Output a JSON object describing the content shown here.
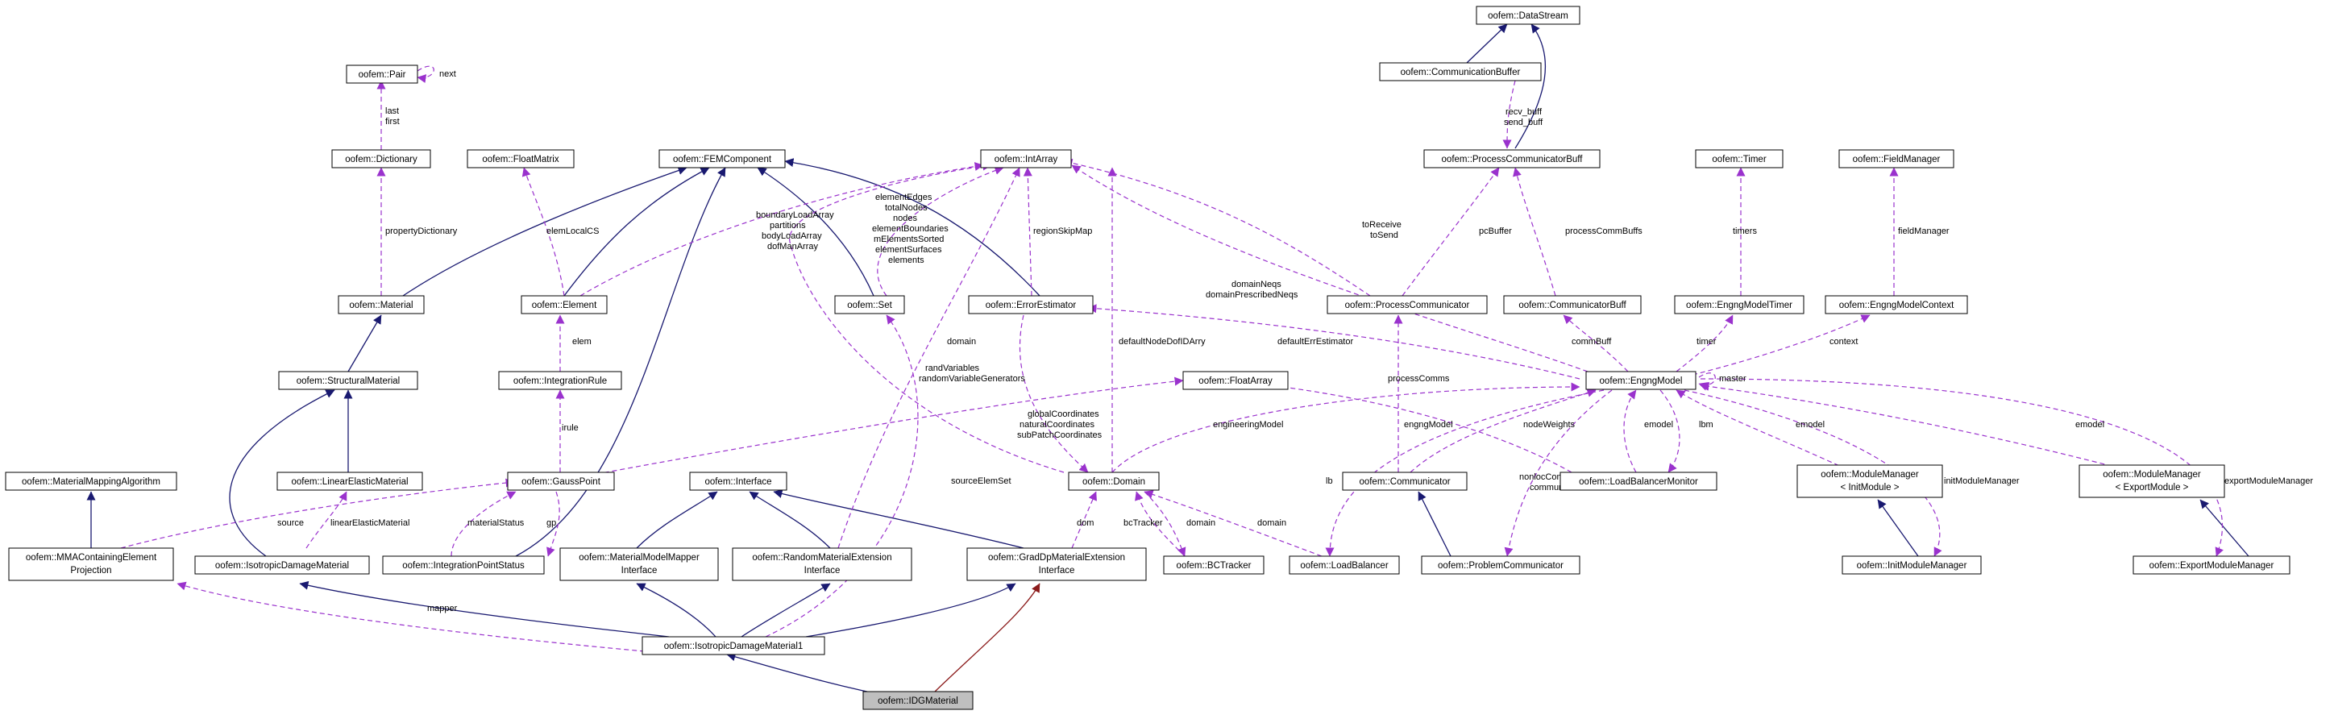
{
  "colors": {
    "inheritance": "#191970",
    "inheritance_alt": "#8b1a1a",
    "usage": "#9a32cd",
    "root_fill": "#bfbfbf",
    "node_fill": "#ffffff"
  },
  "nodes": {
    "idgmaterial": "oofem::IDGMaterial",
    "isotropic_damage_material1": "oofem::IsotropicDamageMaterial1",
    "isotropic_damage_material": "oofem::IsotropicDamageMaterial",
    "structural_material": "oofem::StructuralMaterial",
    "material": "oofem::Material",
    "dictionary": "oofem::Dictionary",
    "pair": "oofem::Pair",
    "fem_component": "oofem::FEMComponent",
    "float_matrix": "oofem::FloatMatrix",
    "element": "oofem::Element",
    "integration_rule": "oofem::IntegrationRule",
    "gauss_point": "oofem::GaussPoint",
    "linear_elastic_material": "oofem::LinearElasticMaterial",
    "integration_point_status": "oofem::IntegrationPointStatus",
    "material_mapping_algorithm": "oofem::MaterialMappingAlgorithm",
    "mma_line1": "oofem::MMAContainingElement",
    "mma_line2": "Projection",
    "int_array": "oofem::IntArray",
    "set": "oofem::Set",
    "error_estimator": "oofem::ErrorEstimator",
    "interface": "oofem::Interface",
    "mmm_line1": "oofem::MaterialModelMapper",
    "mmm_line2": "Interface",
    "rme_line1": "oofem::RandomMaterialExtension",
    "rme_line2": "Interface",
    "gdp_line1": "oofem::GradDpMaterialExtension",
    "gdp_line2": "Interface",
    "domain": "oofem::Domain",
    "float_array": "oofem::FloatArray",
    "bc_tracker": "oofem::BCTracker",
    "load_balancer": "oofem::LoadBalancer",
    "data_stream": "oofem::DataStream",
    "communication_buffer": "oofem::CommunicationBuffer",
    "process_communicator_buff": "oofem::ProcessCommunicatorBuff",
    "process_communicator": "oofem::ProcessCommunicator",
    "communicator_buff": "oofem::CommunicatorBuff",
    "communicator": "oofem::Communicator",
    "problem_communicator": "oofem::ProblemCommunicator",
    "engng_model": "oofem::EngngModel",
    "load_balancer_monitor": "oofem::LoadBalancerMonitor",
    "timer": "oofem::Timer",
    "engng_model_timer": "oofem::EngngModelTimer",
    "field_manager": "oofem::FieldManager",
    "engng_model_context": "oofem::EngngModelContext",
    "mm_init_line1": "oofem::ModuleManager",
    "mm_init_line2": "< InitModule >",
    "init_module_manager": "oofem::InitModuleManager",
    "mm_export_line1": "oofem::ModuleManager",
    "mm_export_line2": "< ExportModule >",
    "export_module_manager": "oofem::ExportModuleManager"
  },
  "edge_labels": {
    "next": "next",
    "last": "last",
    "first": "first",
    "property_dictionary": "propertyDictionary",
    "elem_local_cs": "elemLocalCS",
    "elem": "elem",
    "irule": "irule",
    "source": "source",
    "material_status": "materialStatus",
    "gp": "gp",
    "linear_elastic_material": "linearElasticMaterial",
    "mapper": "mapper",
    "set_labels": [
      "elementEdges",
      "totalNodes",
      "nodes",
      "elementBoundaries",
      "mElementsSorted",
      "elementSurfaces",
      "elements"
    ],
    "domain_arrays": [
      "boundaryLoadArray",
      "partitions",
      "bodyLoadArray",
      "dofManArray"
    ],
    "region_skip_map": "regionSkipMap",
    "domain": "domain",
    "rand_variables": [
      "randVariables",
      "randomVariableGenerators"
    ],
    "coordinates": [
      "globalCoordinates",
      "naturalCoordinates",
      "subPatchCoordinates"
    ],
    "source_elem_set": "sourceElemSet",
    "default_node_dof_id_arry": "defaultNodeDofIDArry",
    "engineering_model": "engineeringModel",
    "dom": "dom",
    "bc_tracker": "bcTracker",
    "domain_a": "domain",
    "domain_b": "domain",
    "recv_send": [
      "recv_buff",
      "send_buff"
    ],
    "to_receive_send": [
      "toReceive",
      "toSend"
    ],
    "pc_buffer": "pcBuffer",
    "process_comm_buffs": "processCommBuffs",
    "timers": "timers",
    "field_manager": "fieldManager",
    "domain_neqs": [
      "domainNeqs",
      "domainPrescribedNeqs"
    ],
    "default_err_estimator": "defaultErrEstimator",
    "comm_buff": "commBuff",
    "timer": "timer",
    "context": "context",
    "master": "master",
    "process_comms": "processComms",
    "engng_model": "engngModel",
    "node_weights": "nodeWeights",
    "lb": "lb",
    "nonloc": [
      "nonlocCommunicator",
      "communicator"
    ],
    "emodel_lbm": "emodel",
    "lbm": "lbm",
    "emodel_init": "emodel",
    "init_module_manager": "initModuleManager",
    "emodel_export": "emodel",
    "export_module_manager": "exportModuleManager"
  }
}
